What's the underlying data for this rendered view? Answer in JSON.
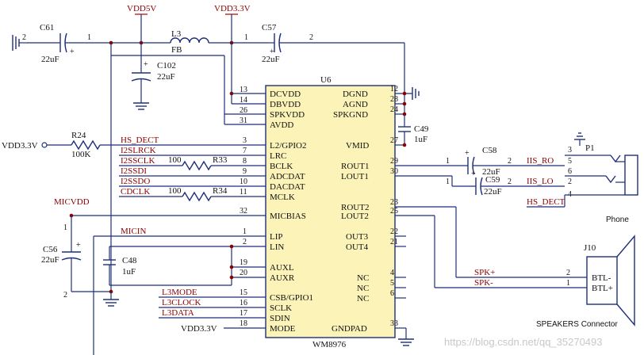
{
  "rails": {
    "vdd5v": "VDD5V",
    "vdd33_top": "VDD3.3V",
    "vdd33_left": "VDD3.3V",
    "micvdd": "MICVDD",
    "vdd33_mode": "VDD3.3V"
  },
  "components": {
    "c61": {
      "ref": "C61",
      "value": "22uF",
      "pin_left": "2",
      "pin_right": "1"
    },
    "l3": {
      "ref": "L3",
      "value": "FB"
    },
    "c102": {
      "ref": "C102",
      "value": "22uF"
    },
    "c57": {
      "ref": "C57",
      "value": "22uF",
      "pin_left": "1",
      "pin_right": "2"
    },
    "c49": {
      "ref": "C49",
      "value": "1uF"
    },
    "r24": {
      "ref": "R24",
      "value": "100K"
    },
    "r33": {
      "ref": "R33",
      "value": "100"
    },
    "r34": {
      "ref": "R34",
      "value": "100"
    },
    "c58": {
      "ref": "C58",
      "value": "22uF",
      "pin_left": "1",
      "pin_right": "2"
    },
    "c59": {
      "ref": "C59",
      "value": "22uF",
      "pin_left": "1",
      "pin_right": "2"
    },
    "c56": {
      "ref": "C56",
      "value": "22uF",
      "pin_top": "1",
      "pin_bottom": "2"
    },
    "c48": {
      "ref": "C48",
      "value": "1uF"
    },
    "p1": {
      "ref": "P1",
      "caption": "Phone",
      "pins": [
        "3",
        "5",
        "6",
        "2",
        "4"
      ]
    },
    "j10": {
      "ref": "J10",
      "caption": "SPEAKERS Connector",
      "pins": [
        "2",
        "1"
      ],
      "labels": [
        "BTL-",
        "BTL+"
      ]
    }
  },
  "ic": {
    "ref": "U6",
    "part": "WM8976",
    "left_pins": [
      {
        "num": "13",
        "name": "DCVDD"
      },
      {
        "num": "14",
        "name": "DBVDD"
      },
      {
        "num": "26",
        "name": "SPKVDD"
      },
      {
        "num": "31",
        "name": "AVDD"
      },
      {
        "num": "3",
        "name": "L2/GPIO2"
      },
      {
        "num": "7",
        "name": "LRC"
      },
      {
        "num": "8",
        "name": "BCLK"
      },
      {
        "num": "9",
        "name": "ADCDAT"
      },
      {
        "num": "10",
        "name": "DACDAT"
      },
      {
        "num": "11",
        "name": "MCLK"
      },
      {
        "num": "32",
        "name": "MICBIAS"
      },
      {
        "num": "1",
        "name": "LIP"
      },
      {
        "num": "2",
        "name": "LIN"
      },
      {
        "num": "19",
        "name": "AUXL"
      },
      {
        "num": "20",
        "name": "AUXR"
      },
      {
        "num": "15",
        "name": "CSB/GPIO1"
      },
      {
        "num": "16",
        "name": "SCLK"
      },
      {
        "num": "17",
        "name": "SDIN"
      },
      {
        "num": "18",
        "name": "MODE"
      }
    ],
    "right_pins": [
      {
        "num": "12",
        "name": "DGND"
      },
      {
        "num": "28",
        "name": "AGND"
      },
      {
        "num": "24",
        "name": "SPKGND"
      },
      {
        "num": "27",
        "name": "VMID"
      },
      {
        "num": "29",
        "name": "ROUT1"
      },
      {
        "num": "30",
        "name": "LOUT1"
      },
      {
        "num": "23",
        "name": "ROUT2"
      },
      {
        "num": "25",
        "name": "LOUT2"
      },
      {
        "num": "22",
        "name": "OUT3"
      },
      {
        "num": "21",
        "name": "OUT4"
      },
      {
        "num": "4",
        "name": "NC"
      },
      {
        "num": "5",
        "name": "NC"
      },
      {
        "num": "6",
        "name": "NC"
      },
      {
        "num": "33",
        "name": "GNDPAD"
      }
    ]
  },
  "nets": {
    "hs_dect": "HS_DECT",
    "i2slrck": "I2SLRCK",
    "i2ssclk": "I2SSCLK",
    "i2ssdi": "I2SSDI",
    "i2ssdo": "I2SSDO",
    "cdclk": "CDCLK",
    "micin": "MICIN",
    "l3mode": "L3MODE",
    "l3clock": "L3CLOCK",
    "l3data": "L3DATA",
    "iis_ro": "IIS_RO",
    "iis_lo": "IIS_LO",
    "hs_dect_right": "HS_DECT",
    "spk_p": "SPK+",
    "spk_n": "SPK-"
  },
  "watermark": "https://blog.csdn.net/qq_35270493"
}
